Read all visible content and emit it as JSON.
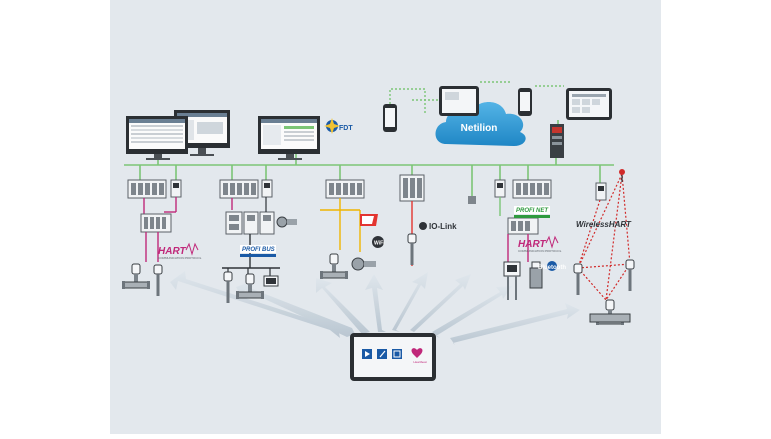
{
  "cloud": {
    "label": "Netilion"
  },
  "protocols": {
    "fdt": "FDT",
    "hart_left": "HART",
    "hart_left_sub": "COMMUNICATION PROTOCOL",
    "profibus": "PROFI BUS",
    "wifi": "WiFi",
    "iolink": "IO-Link",
    "profinet": "PROFI NET",
    "hart_right": "HART",
    "hart_right_sub": "COMMUNICATION PROTOCOL",
    "wireless_hart": "WirelessHART",
    "bluetooth": "Bluetooth"
  },
  "tablet": {
    "logo": "Heartbeat"
  },
  "colors": {
    "background": "#e3e8ed",
    "bus_green": "#7cc576",
    "hart_magenta": "#c0287a",
    "wifi_yellow": "#f0b400",
    "iolink_red": "#e3342f",
    "cloud_blue": "#2a93cf",
    "arrow_gray": "#c9d3dc",
    "wireless_red": "#d12a2a"
  }
}
